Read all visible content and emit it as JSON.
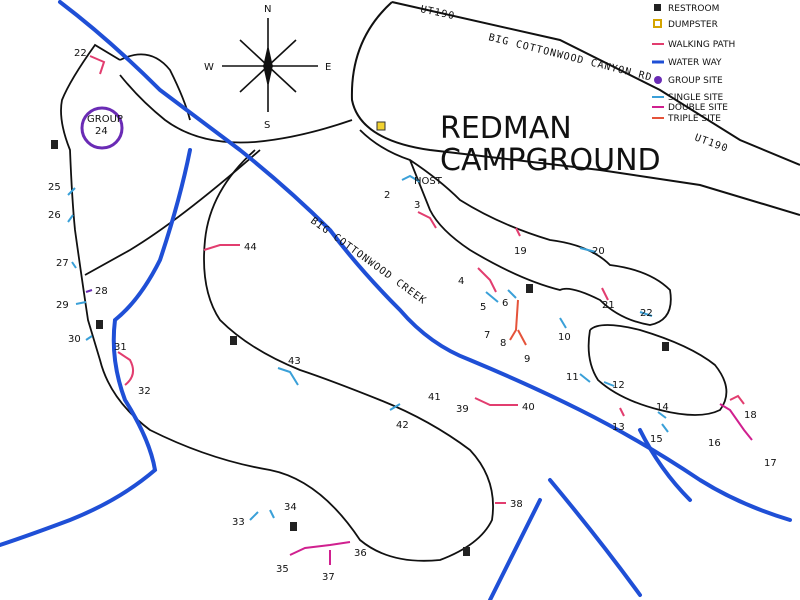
{
  "title": [
    "REDMAN",
    "CAMPGROUND"
  ],
  "compass": {
    "n": "N",
    "s": "S",
    "e": "E",
    "w": "W"
  },
  "roads": {
    "highway_top": "UT190",
    "highway_bottom": "UT190",
    "canyon_road": "BIG COTTONWOOD CANYON RD",
    "creek": "BIG COTTONWOOD CREEK"
  },
  "legend": [
    {
      "label": "RESTROOM",
      "symbol": "restroom",
      "color": "#222222"
    },
    {
      "label": "DUMPSTER",
      "symbol": "dumpster",
      "color": "#f2d230"
    },
    {
      "label": "WALKING PATH",
      "symbol": "walking-path",
      "color": "#e23d6f"
    },
    {
      "label": "WATER WAY",
      "symbol": "water-way",
      "color": "#1f4fd6"
    },
    {
      "label": "GROUP SITE",
      "symbol": "group-site",
      "color": "#6a2bb5"
    },
    {
      "label": "SINGLE SITE",
      "symbol": "single-site",
      "color": "#3aa0d8"
    },
    {
      "label": "DOUBLE SITE",
      "symbol": "double-site",
      "color": "#d0208f"
    },
    {
      "label": "TRIPLE SITE",
      "symbol": "triple-site",
      "color": "#e5533a"
    }
  ],
  "group_site": {
    "line1": "GROUP",
    "line2": "24"
  },
  "host_label": "HOST",
  "sites": [
    "22",
    "25",
    "26",
    "27",
    "28",
    "29",
    "30",
    "31",
    "32",
    "33",
    "34",
    "35",
    "36",
    "37",
    "38",
    "39",
    "40",
    "41",
    "42",
    "43",
    "44",
    "2",
    "3",
    "4",
    "5",
    "6",
    "7",
    "8",
    "9",
    "10",
    "11",
    "12",
    "13",
    "14",
    "15",
    "16",
    "17",
    "18",
    "19",
    "20",
    "21",
    "22"
  ]
}
